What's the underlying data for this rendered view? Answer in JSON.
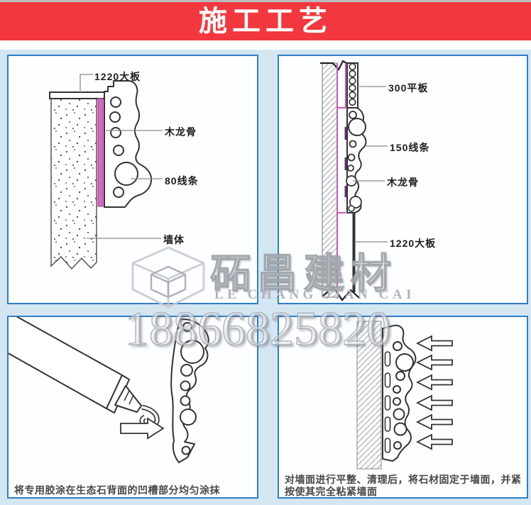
{
  "header": {
    "title": "施工工艺"
  },
  "watermark": {
    "brand": "砳昌建材",
    "subtitle": "LE CHANG JIAN CAI",
    "phone": "18866825820"
  },
  "colors": {
    "banner_bg": "#f2383e",
    "banner_text": "#ffffff",
    "top_strip": "#b9bdc1",
    "page_bg": "#d5e6f3",
    "panel_bg": "#fcfeff",
    "panel_border": "#2e7fc6",
    "adhesive_pink": "#cb58b6",
    "diagram_line": "#333333"
  },
  "panels": {
    "top_left": {
      "labels": {
        "board": "1220大板",
        "keel": "木龙骨",
        "line80": "80线条",
        "wall": "墙体"
      }
    },
    "top_right": {
      "labels": {
        "flat300": "300平板",
        "line150": "150线条",
        "keel": "木龙骨",
        "board1220": "1220大板"
      }
    },
    "bottom_left": {
      "caption": "将专用胶涂在生态石背面的凹槽部分均匀涂抹"
    },
    "bottom_right": {
      "caption_lines": [
        "对墙面进行平整、清理后，将石材固定于墙面，并紧",
        "按使其完全粘紧墙面"
      ]
    }
  }
}
